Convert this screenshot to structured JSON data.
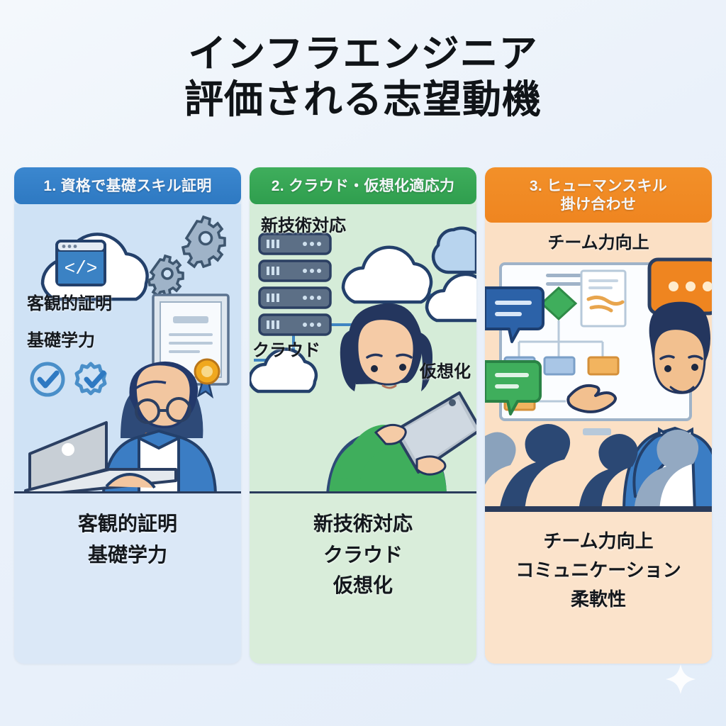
{
  "title": {
    "line1": "インフラエンジニア",
    "line2": "評価される志望動機"
  },
  "theme": {
    "background": "#eaf1fa",
    "blue": "#2e79c2",
    "green": "#2f9e4e",
    "orange": "#ef8520",
    "ink": "#14181d",
    "rule": "#2a3c5c"
  },
  "columns": [
    {
      "id": "col-1",
      "accent": "#2e79c2",
      "panel_bg": "#dbe8f7",
      "header_lines": [
        "1. 資格で基礎スキル証明"
      ],
      "stage_labels": [
        "客観的証明",
        "基礎学力"
      ],
      "captions": [
        "客観的証明",
        "基礎学力"
      ],
      "icons": [
        "cloud-icon",
        "code-window-icon",
        "gear-icon",
        "certificate-icon",
        "award-ribbon-icon",
        "check-badge-icon",
        "laptop-icon",
        "person-with-glasses-icon"
      ]
    },
    {
      "id": "col-2",
      "accent": "#2f9e4e",
      "panel_bg": "#d9edda",
      "header_lines": [
        "2. クラウド・仮想化適応力"
      ],
      "stage_labels": [
        "新技術対応",
        "クラウド",
        "仮想化"
      ],
      "captions": [
        "新技術対応",
        "クラウド",
        "仮想化"
      ],
      "icons": [
        "server-rack-icon",
        "cloud-icon",
        "network-link-icon",
        "tablet-icon",
        "person-with-tablet-icon"
      ]
    },
    {
      "id": "col-3",
      "accent": "#ef8520",
      "panel_bg": "#fbe3cb",
      "header_lines": [
        "3. ヒューマンスキル",
        "掛け合わせ"
      ],
      "stage_labels": [
        "チーム力向上"
      ],
      "captions": [
        "チーム力向上",
        "コミュニケーション",
        "柔軟性"
      ],
      "icons": [
        "whiteboard-icon",
        "flowchart-icon",
        "chat-bubble-icon",
        "presenter-icon",
        "audience-silhouette-icon"
      ]
    }
  ],
  "decoration": {
    "sparkle": "sparkle-icon"
  }
}
